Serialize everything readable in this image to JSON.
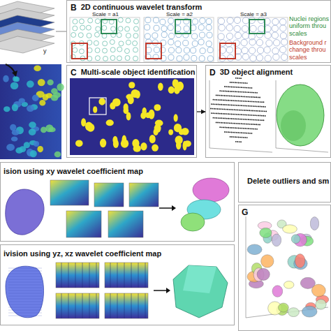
{
  "diagram": {
    "nodes": [
      {
        "text": [
          "B",
          "2D continuous wavelet transform"
        ]
      },
      {
        "text": [
          "Scale = a1"
        ],
        "in": 0
      },
      {
        "text": [
          "Scale = a2"
        ],
        "in": 0
      },
      {
        "text": [
          "Scale = a3"
        ],
        "in": 0
      },
      {
        "text": [
          "C",
          "Multi-scale object identification"
        ]
      },
      {
        "text": [
          "D",
          "3D object alignment"
        ]
      },
      {
        "text": [
          "ision using xy wavelet coefficient map"
        ]
      },
      {
        "text": [
          "Delete outliers and sm"
        ]
      },
      {
        "text": [
          "G"
        ]
      },
      {
        "text": [
          "ivision using yz, xz wavelet coefficient map"
        ]
      }
    ],
    "edges": [
      {
        "from": 4,
        "to": 5,
        "arrow": "to"
      }
    ],
    "labels": [
      "y",
      "Nuclei regions uniform throu scales",
      "Background r change throu scales"
    ]
  }
}
